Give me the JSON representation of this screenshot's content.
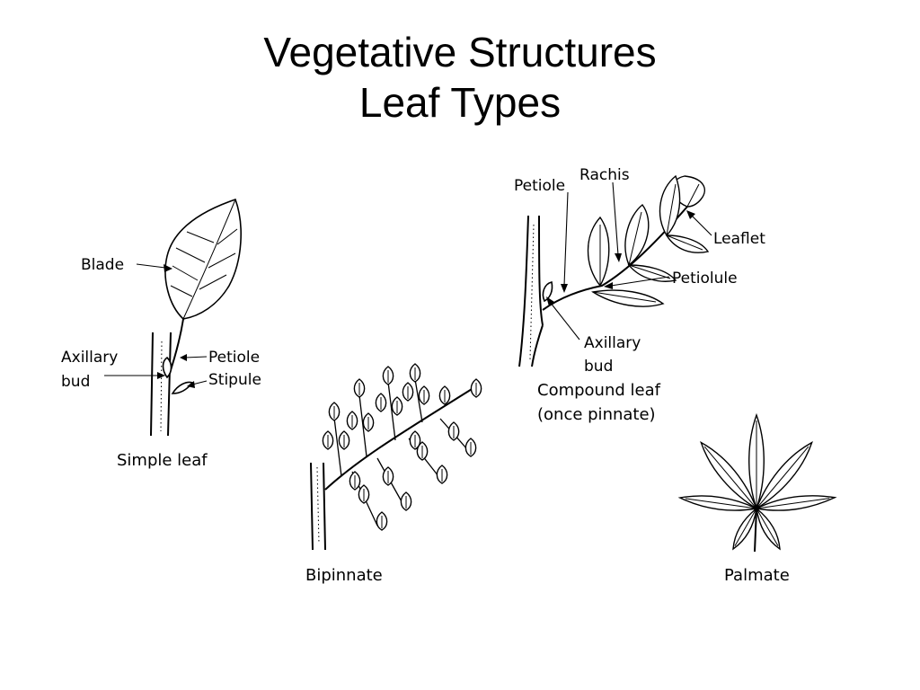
{
  "title": {
    "line1": "Vegetative Structures",
    "line2": "Leaf Types"
  },
  "simple": {
    "blade": "Blade",
    "axillary_line1": "Axillary",
    "axillary_line2": "bud",
    "petiole": "Petiole",
    "stipule": "Stipule",
    "caption": "Simple leaf"
  },
  "bipinnate": {
    "caption": "Bipinnate"
  },
  "compound": {
    "petiole": "Petiole",
    "rachis": "Rachis",
    "leaflet": "Leaflet",
    "petiolule": "Petiolule",
    "axillary_line1": "Axillary",
    "axillary_line2": "bud",
    "caption_line1": "Compound leaf",
    "caption_line2": "(once pinnate)"
  },
  "palmate": {
    "caption": "Palmate"
  }
}
